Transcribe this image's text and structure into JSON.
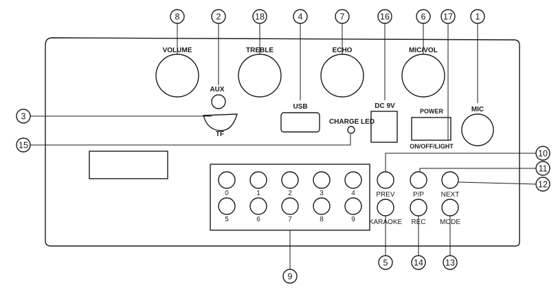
{
  "panel": {
    "labels": {
      "volume": "VOLUME",
      "aux": "AUX",
      "tf": "TF",
      "treble": "TREBLE",
      "usb": "USB",
      "echo": "ECHO",
      "charge_led": "CHARGE LED",
      "dc": "DC  9V",
      "mic_vol": "MIC/VOL",
      "power": "POWER",
      "on_off_light": "ON/OFF/LIGHT",
      "mic": "MIC",
      "prev": "PREV",
      "pp": "P/P",
      "next": "NEXT",
      "karaoke": "KARAOKE",
      "rec": "REC",
      "mode": "MODE"
    },
    "keypad_row1": [
      "0",
      "1",
      "2",
      "3",
      "4"
    ],
    "keypad_row2": [
      "5",
      "6",
      "7",
      "8",
      "9"
    ]
  },
  "callouts": {
    "volume": "8",
    "aux": "2",
    "treble": "18",
    "usb": "4",
    "echo": "7",
    "dc": "16",
    "mic_vol": "6",
    "power": "17",
    "mic": "1",
    "tf": "3",
    "charge_led": "15",
    "prev": "10",
    "pp": "11",
    "next": "12",
    "keypad": "9",
    "karaoke": "5",
    "rec": "14",
    "mode": "13"
  }
}
